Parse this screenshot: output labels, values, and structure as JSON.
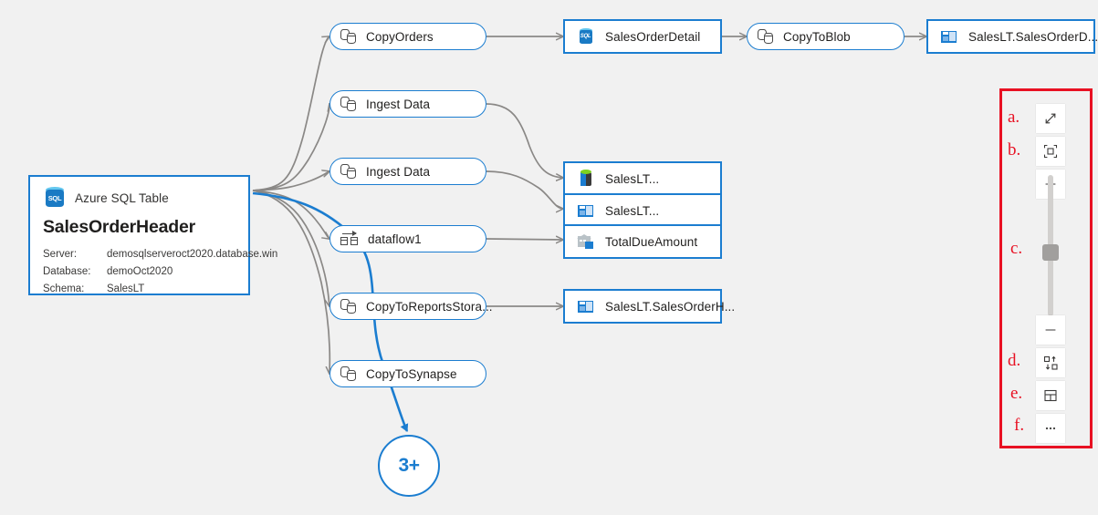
{
  "canvas": {
    "background": "#f1f1f1",
    "accent_blue": "#1b7dd0",
    "edge_gray": "#8a8886",
    "annotation_red": "#e81123"
  },
  "source_node": {
    "icon": "azure-sql-database-icon",
    "type_label": "Azure SQL Table",
    "title": "SalesOrderHeader",
    "properties": [
      {
        "key": "Server:",
        "value": "demosqlserveroct2020.database.win"
      },
      {
        "key": "Database:",
        "value": "demoOct2020"
      },
      {
        "key": "Schema:",
        "value": "SalesLT"
      }
    ]
  },
  "activities": [
    {
      "id": "copyorders",
      "label": "CopyOrders",
      "icon": "copy-activity-icon"
    },
    {
      "id": "ingest-data-1",
      "label": "Ingest Data",
      "icon": "copy-activity-icon"
    },
    {
      "id": "ingest-data-2",
      "label": "Ingest Data",
      "icon": "copy-activity-icon"
    },
    {
      "id": "dataflow1",
      "label": "dataflow1",
      "icon": "data-flow-icon"
    },
    {
      "id": "copytoreportsstorage",
      "label": "CopyToReportsStora...",
      "icon": "copy-activity-icon"
    },
    {
      "id": "copytosynapse",
      "label": "CopyToSynapse",
      "icon": "copy-activity-icon"
    },
    {
      "id": "copytoblob",
      "label": "CopyToBlob",
      "icon": "copy-activity-icon"
    }
  ],
  "datasets": [
    {
      "id": "salesorderdetail",
      "label": "SalesOrderDetail",
      "icon": "azure-sql-database-icon"
    },
    {
      "id": "saleslt-detail-blob",
      "label": "SalesLT.SalesOrderD...",
      "icon": "table-icon"
    },
    {
      "id": "saleslt-green",
      "label": "SalesLT...",
      "icon": "blob-container-icon"
    },
    {
      "id": "saleslt-table",
      "label": "SalesLT...",
      "icon": "table-icon"
    },
    {
      "id": "totaldueamount",
      "label": "TotalDueAmount",
      "icon": "data-lake-icon"
    },
    {
      "id": "saleslt-header",
      "label": "SalesLT.SalesOrderH...",
      "icon": "table-icon"
    }
  ],
  "more_badge": {
    "label": "3+",
    "name": "more-related-items-badge"
  },
  "toolbar": {
    "frame_name": "annotated-toolbar-region",
    "items": [
      {
        "letter": "a.",
        "name": "expand-icon",
        "tooltip": "Expand"
      },
      {
        "letter": "b.",
        "name": "fit-to-screen-icon",
        "tooltip": "Fit to screen"
      },
      {
        "letter": "",
        "name": "zoom-in-icon",
        "tooltip": "Zoom in"
      },
      {
        "letter": "c.",
        "name": "zoom-slider",
        "tooltip": "Zoom level"
      },
      {
        "letter": "",
        "name": "zoom-out-icon",
        "tooltip": "Zoom out"
      },
      {
        "letter": "d.",
        "name": "auto-layout-icon",
        "tooltip": "Auto layout"
      },
      {
        "letter": "e.",
        "name": "toggle-panel-icon",
        "tooltip": "Toggle side panel"
      },
      {
        "letter": "f.",
        "name": "more-options-icon",
        "tooltip": "More options"
      }
    ]
  }
}
